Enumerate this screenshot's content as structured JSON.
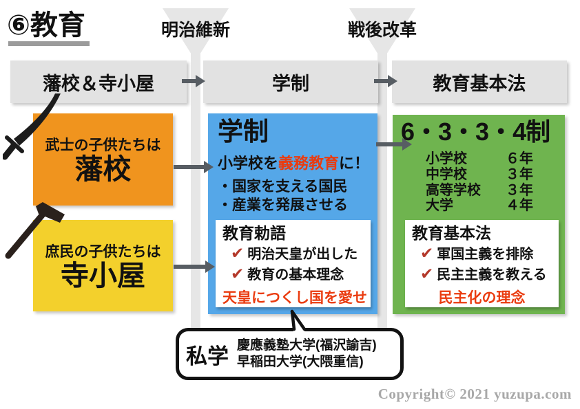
{
  "title": {
    "text": "⑥教育"
  },
  "era_markers": [
    {
      "label": "明治維新"
    },
    {
      "label": "戦後改革"
    }
  ],
  "header_boxes": [
    {
      "label": "藩校＆寺小屋"
    },
    {
      "label": "学制"
    },
    {
      "label": "教育基本法"
    }
  ],
  "edo_boxes": {
    "samurai": {
      "line1": "武士の子供たちは",
      "line2": "藩校"
    },
    "commoner": {
      "line1": "庶民の子供たちは",
      "line2": "寺小屋"
    }
  },
  "gakusei_box": {
    "title": "学制",
    "lead": {
      "pre": "小学校を",
      "highlight": "義務教育",
      "post": "に！"
    },
    "points": [
      "・国家を支える国民",
      "・産業を発展させる"
    ],
    "inner": {
      "title": "教育勅語",
      "checks": [
        "明治天皇が出した",
        "教育の基本理念"
      ],
      "note": "天皇につくし国を愛せ"
    }
  },
  "postwar_box": {
    "title": "6・3・3・4制",
    "rows": [
      {
        "label": "小学校",
        "value": "６年"
      },
      {
        "label": "中学校",
        "value": "３年"
      },
      {
        "label": "高等学校",
        "value": "３年"
      },
      {
        "label": "大学",
        "value": "４年"
      }
    ],
    "inner": {
      "title": "教育基本法",
      "checks": [
        "軍国主義を排除",
        "民主主義を教える"
      ],
      "note": "民主化の理念"
    }
  },
  "private_bubble": {
    "label": "私学",
    "schools": [
      "慶應義塾大学(福沢諭吉)",
      "早稲田大学(大隈重信)"
    ]
  },
  "footer": {
    "copyright": "Copyright© 2021 yuzupa.com"
  },
  "icons": {
    "check": "✔",
    "samurai": "katana-icon",
    "commoner": "hoe-icon"
  },
  "colors": {
    "orange": "#f0941e",
    "yellow": "#f3d02c",
    "blue": "#55a7e8",
    "green": "#6fb44f",
    "band_gray": "#e6e6e6",
    "box_gray": "#e2e2e2",
    "arrow_gray": "#575d63",
    "accent_red": "#ea3b0f",
    "check_red": "#b4392b"
  }
}
